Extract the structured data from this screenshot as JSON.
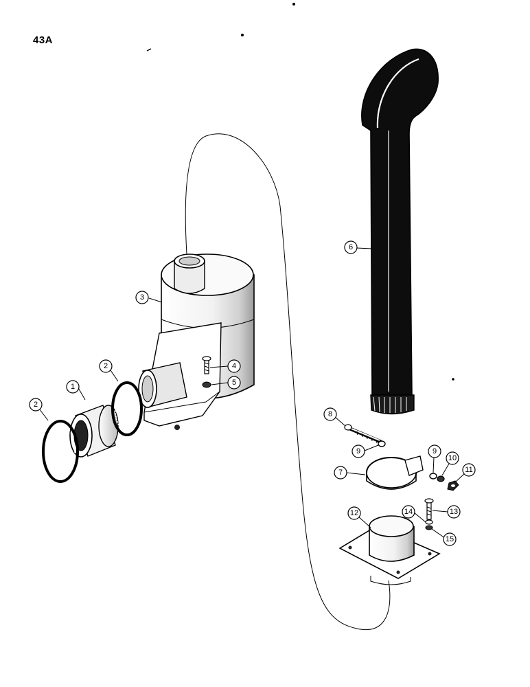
{
  "page_number": "43A",
  "callouts": [
    "1",
    "2",
    "2",
    "3",
    "4",
    "5",
    "6",
    "7",
    "8",
    "9",
    "9",
    "10",
    "11",
    "12",
    "13",
    "14",
    "15"
  ],
  "colors": {
    "ink": "#000000",
    "paper": "#ffffff",
    "metal_light": "#e9e9e9",
    "metal_dark": "#111111"
  }
}
